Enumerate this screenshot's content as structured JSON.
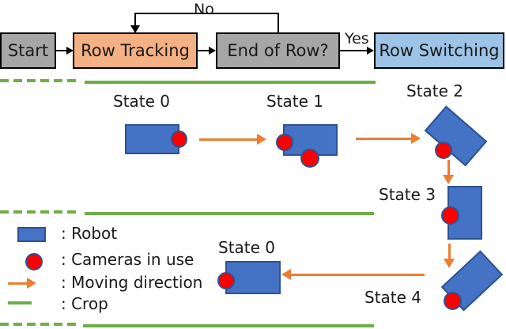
{
  "flowchart": {
    "nodes": {
      "start": "Start",
      "row_tracking": "Row Tracking",
      "end_of_row": "End of Row?",
      "row_switching": "Row Switching"
    },
    "edges": {
      "no": "No",
      "yes": "Yes"
    }
  },
  "states": {
    "s0_top": "State 0",
    "s1": "State 1",
    "s2": "State 2",
    "s3": "State 3",
    "s4": "State 4",
    "s0_bottom": "State 0"
  },
  "legend": {
    "robot": ": Robot",
    "cameras": ": Cameras in use",
    "moving": ": Moving direction",
    "crop": ": Crop"
  },
  "colors": {
    "node_gray": "#A6A6A6",
    "node_orange": "#F4B183",
    "node_blue": "#9DC3E6",
    "robot_fill": "#4472C4",
    "robot_border": "#2F528F",
    "camera_red": "#FF0000",
    "arrow_orange": "#ED7D31",
    "crop_green": "#70AD47",
    "connector_black": "#000000"
  }
}
